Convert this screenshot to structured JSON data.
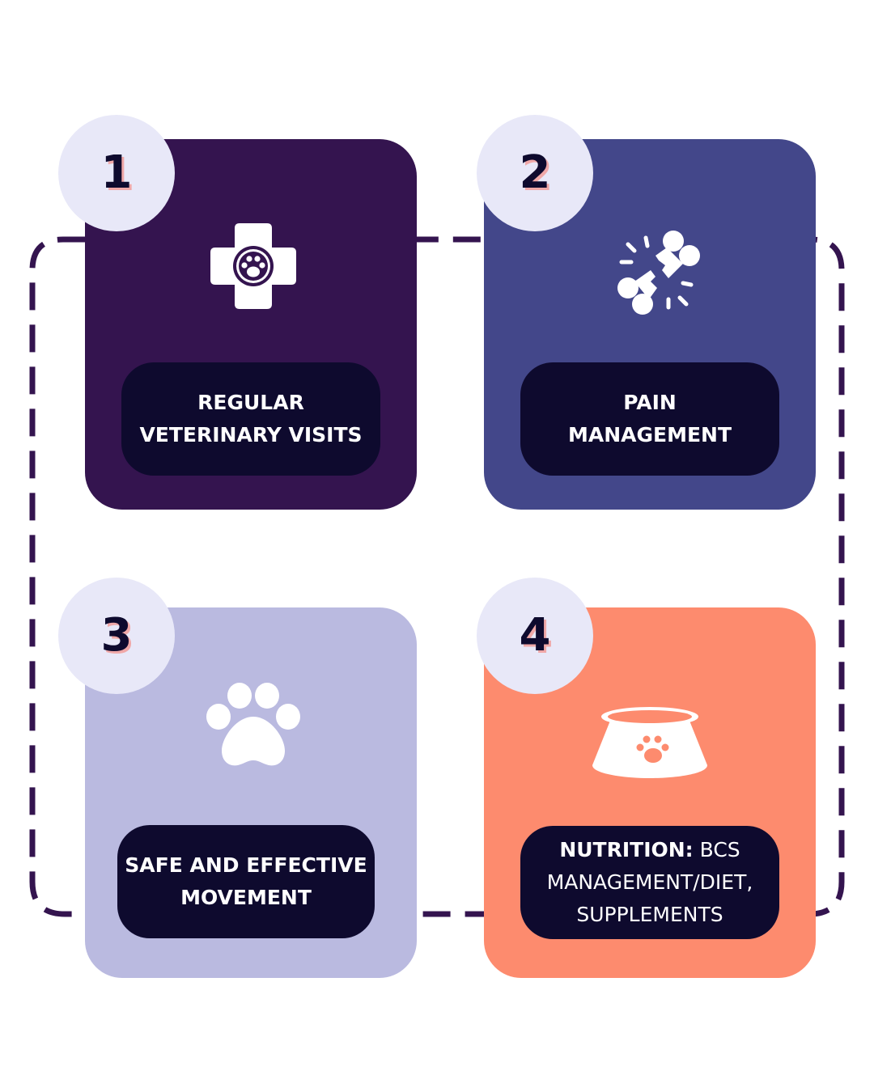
{
  "colors": {
    "card1": "#34144f",
    "card2": "#43478a",
    "card3": "#babae0",
    "card4": "#fd8b6e",
    "dark": "#0e0a2e",
    "circle": "#e8e8f8",
    "shadow": "#f0a8a8"
  },
  "steps": [
    {
      "number": "1",
      "icon": "medical-cross-paw-icon",
      "label_lines": [
        "REGULAR",
        "VETERINARY VISITS"
      ]
    },
    {
      "number": "2",
      "icon": "broken-bone-icon",
      "label_lines": [
        "PAIN",
        "MANAGEMENT"
      ]
    },
    {
      "number": "3",
      "icon": "paw-print-icon",
      "label_lines": [
        "SAFE AND EFFECTIVE",
        "MOVEMENT"
      ]
    },
    {
      "number": "4",
      "icon": "food-bowl-icon",
      "label_bold": "NUTRITION:",
      "label_line1_rest": " BCS",
      "label_lines_rest": [
        "MANAGEMENT/DIET,",
        "SUPPLEMENTS"
      ]
    }
  ]
}
